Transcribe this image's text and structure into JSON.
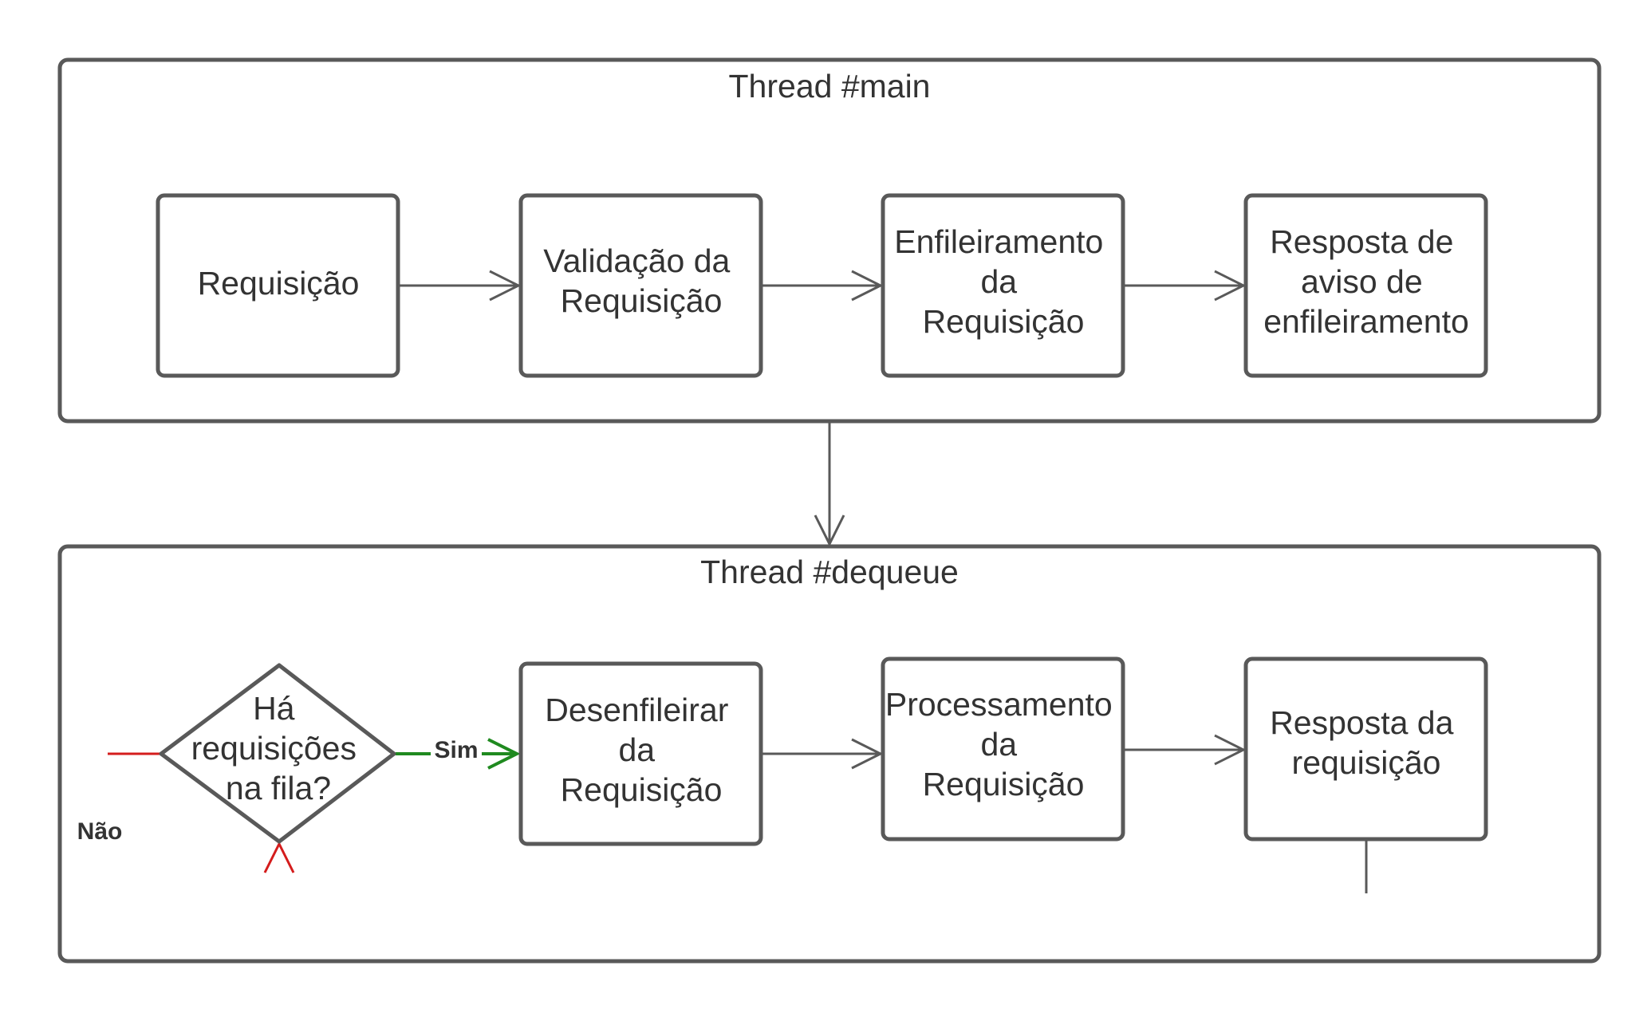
{
  "frames": {
    "main": {
      "title": "Thread #main"
    },
    "dequeue": {
      "title": "Thread #dequeue"
    }
  },
  "nodes": {
    "requisicao": {
      "lines": [
        "Requisição"
      ]
    },
    "validacao": {
      "lines": [
        "Validação da",
        "Requisição"
      ]
    },
    "enfileiramento": {
      "lines": [
        "Enfileiramento",
        "da",
        "Requisição"
      ]
    },
    "resposta_aviso": {
      "lines": [
        "Resposta de",
        "aviso de",
        "enfileiramento"
      ]
    },
    "decisao": {
      "lines": [
        "Há",
        "requisições",
        "na fila?"
      ]
    },
    "desenfileirar": {
      "lines": [
        "Desenfileirar",
        "da",
        "Requisição"
      ]
    },
    "processamento": {
      "lines": [
        "Processamento",
        "da",
        "Requisição"
      ]
    },
    "resposta_requisicao": {
      "lines": [
        "Resposta da",
        "requisição"
      ]
    }
  },
  "edges": {
    "sim": {
      "label": "Sim",
      "color": "#1f8a1f"
    },
    "nao": {
      "label": "Não",
      "color": "#d41c1c"
    }
  },
  "colors": {
    "stroke": "#595959",
    "text": "#333333",
    "background": "#ffffff"
  }
}
